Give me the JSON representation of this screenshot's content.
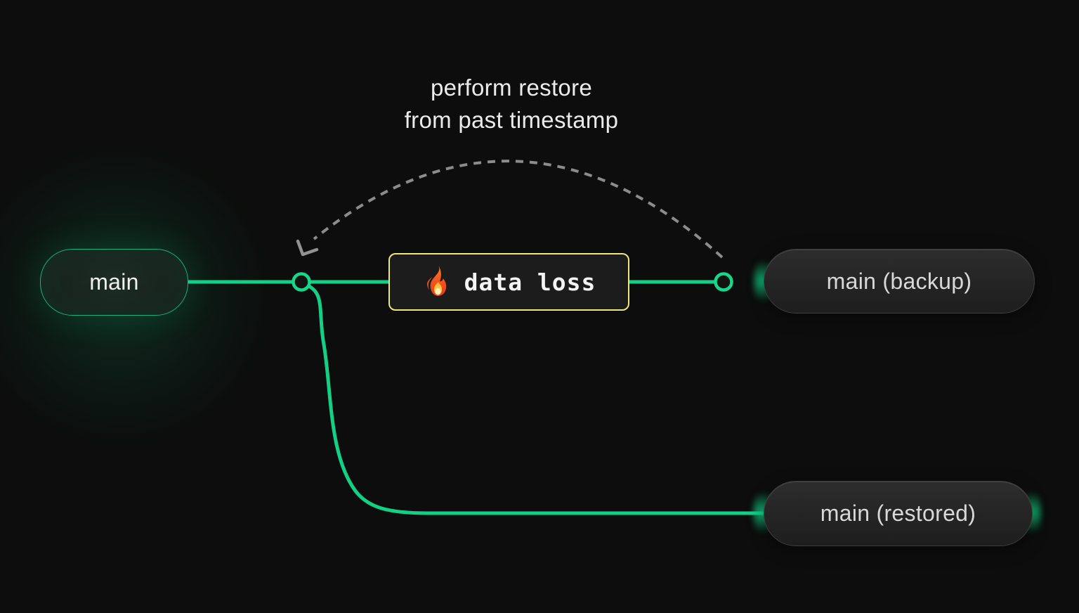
{
  "annotation": {
    "line1": "perform restore",
    "line2": "from past timestamp"
  },
  "nodes": {
    "main": {
      "label": "main"
    },
    "backup": {
      "label": "main (backup)"
    },
    "restored": {
      "label": "main (restored)"
    }
  },
  "event_box": {
    "label": "data loss",
    "icon": "fire-icon"
  },
  "colors": {
    "background": "#0c0d0c",
    "branch_line_green": "#12d186",
    "node_ring_green": "#15d88b",
    "main_pill_border_green": "#18b47f",
    "event_border_yellow": "#ede87d",
    "event_fill": "#1c1c1c",
    "gray_pill_fill": "#262626",
    "arc_gray": "#8c8c8c",
    "text_light": "#ebebeb"
  }
}
